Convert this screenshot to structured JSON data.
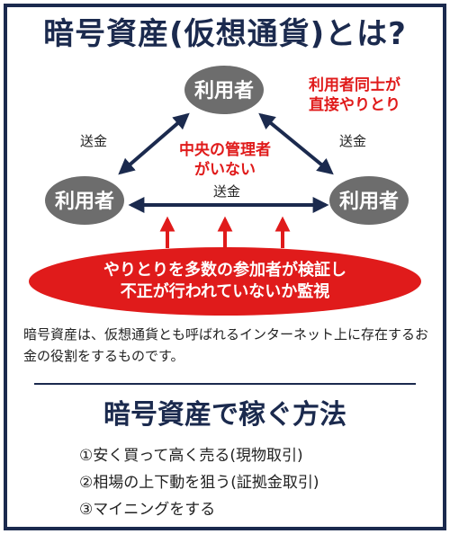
{
  "title": "暗号資産(仮想通貨)とは?",
  "diagram": {
    "node_label": "利用者",
    "edge_label": "送金",
    "note_p2p": [
      "利用者同士が",
      "直接やりとり"
    ],
    "note_no_admin": [
      "中央の管理者",
      "がいない"
    ],
    "verify": [
      "やりとりを多数の参加者が検証し",
      "不正が行われていないか監視"
    ],
    "colors": {
      "node": "#6d6d6d",
      "arrow": "#1b2a4e",
      "accent_red": "#e01b1b",
      "navy": "#1b2a4e"
    }
  },
  "description": "暗号資産は、仮想通貨とも呼ばれるインターネット上に存在するお金の役割をするものです。",
  "subtitle": "暗号資産で稼ぐ方法",
  "methods": [
    "①安く買って高く売る(現物取引)",
    "②相場の上下動を狙う(証拠金取引)",
    "③マイニングをする"
  ]
}
